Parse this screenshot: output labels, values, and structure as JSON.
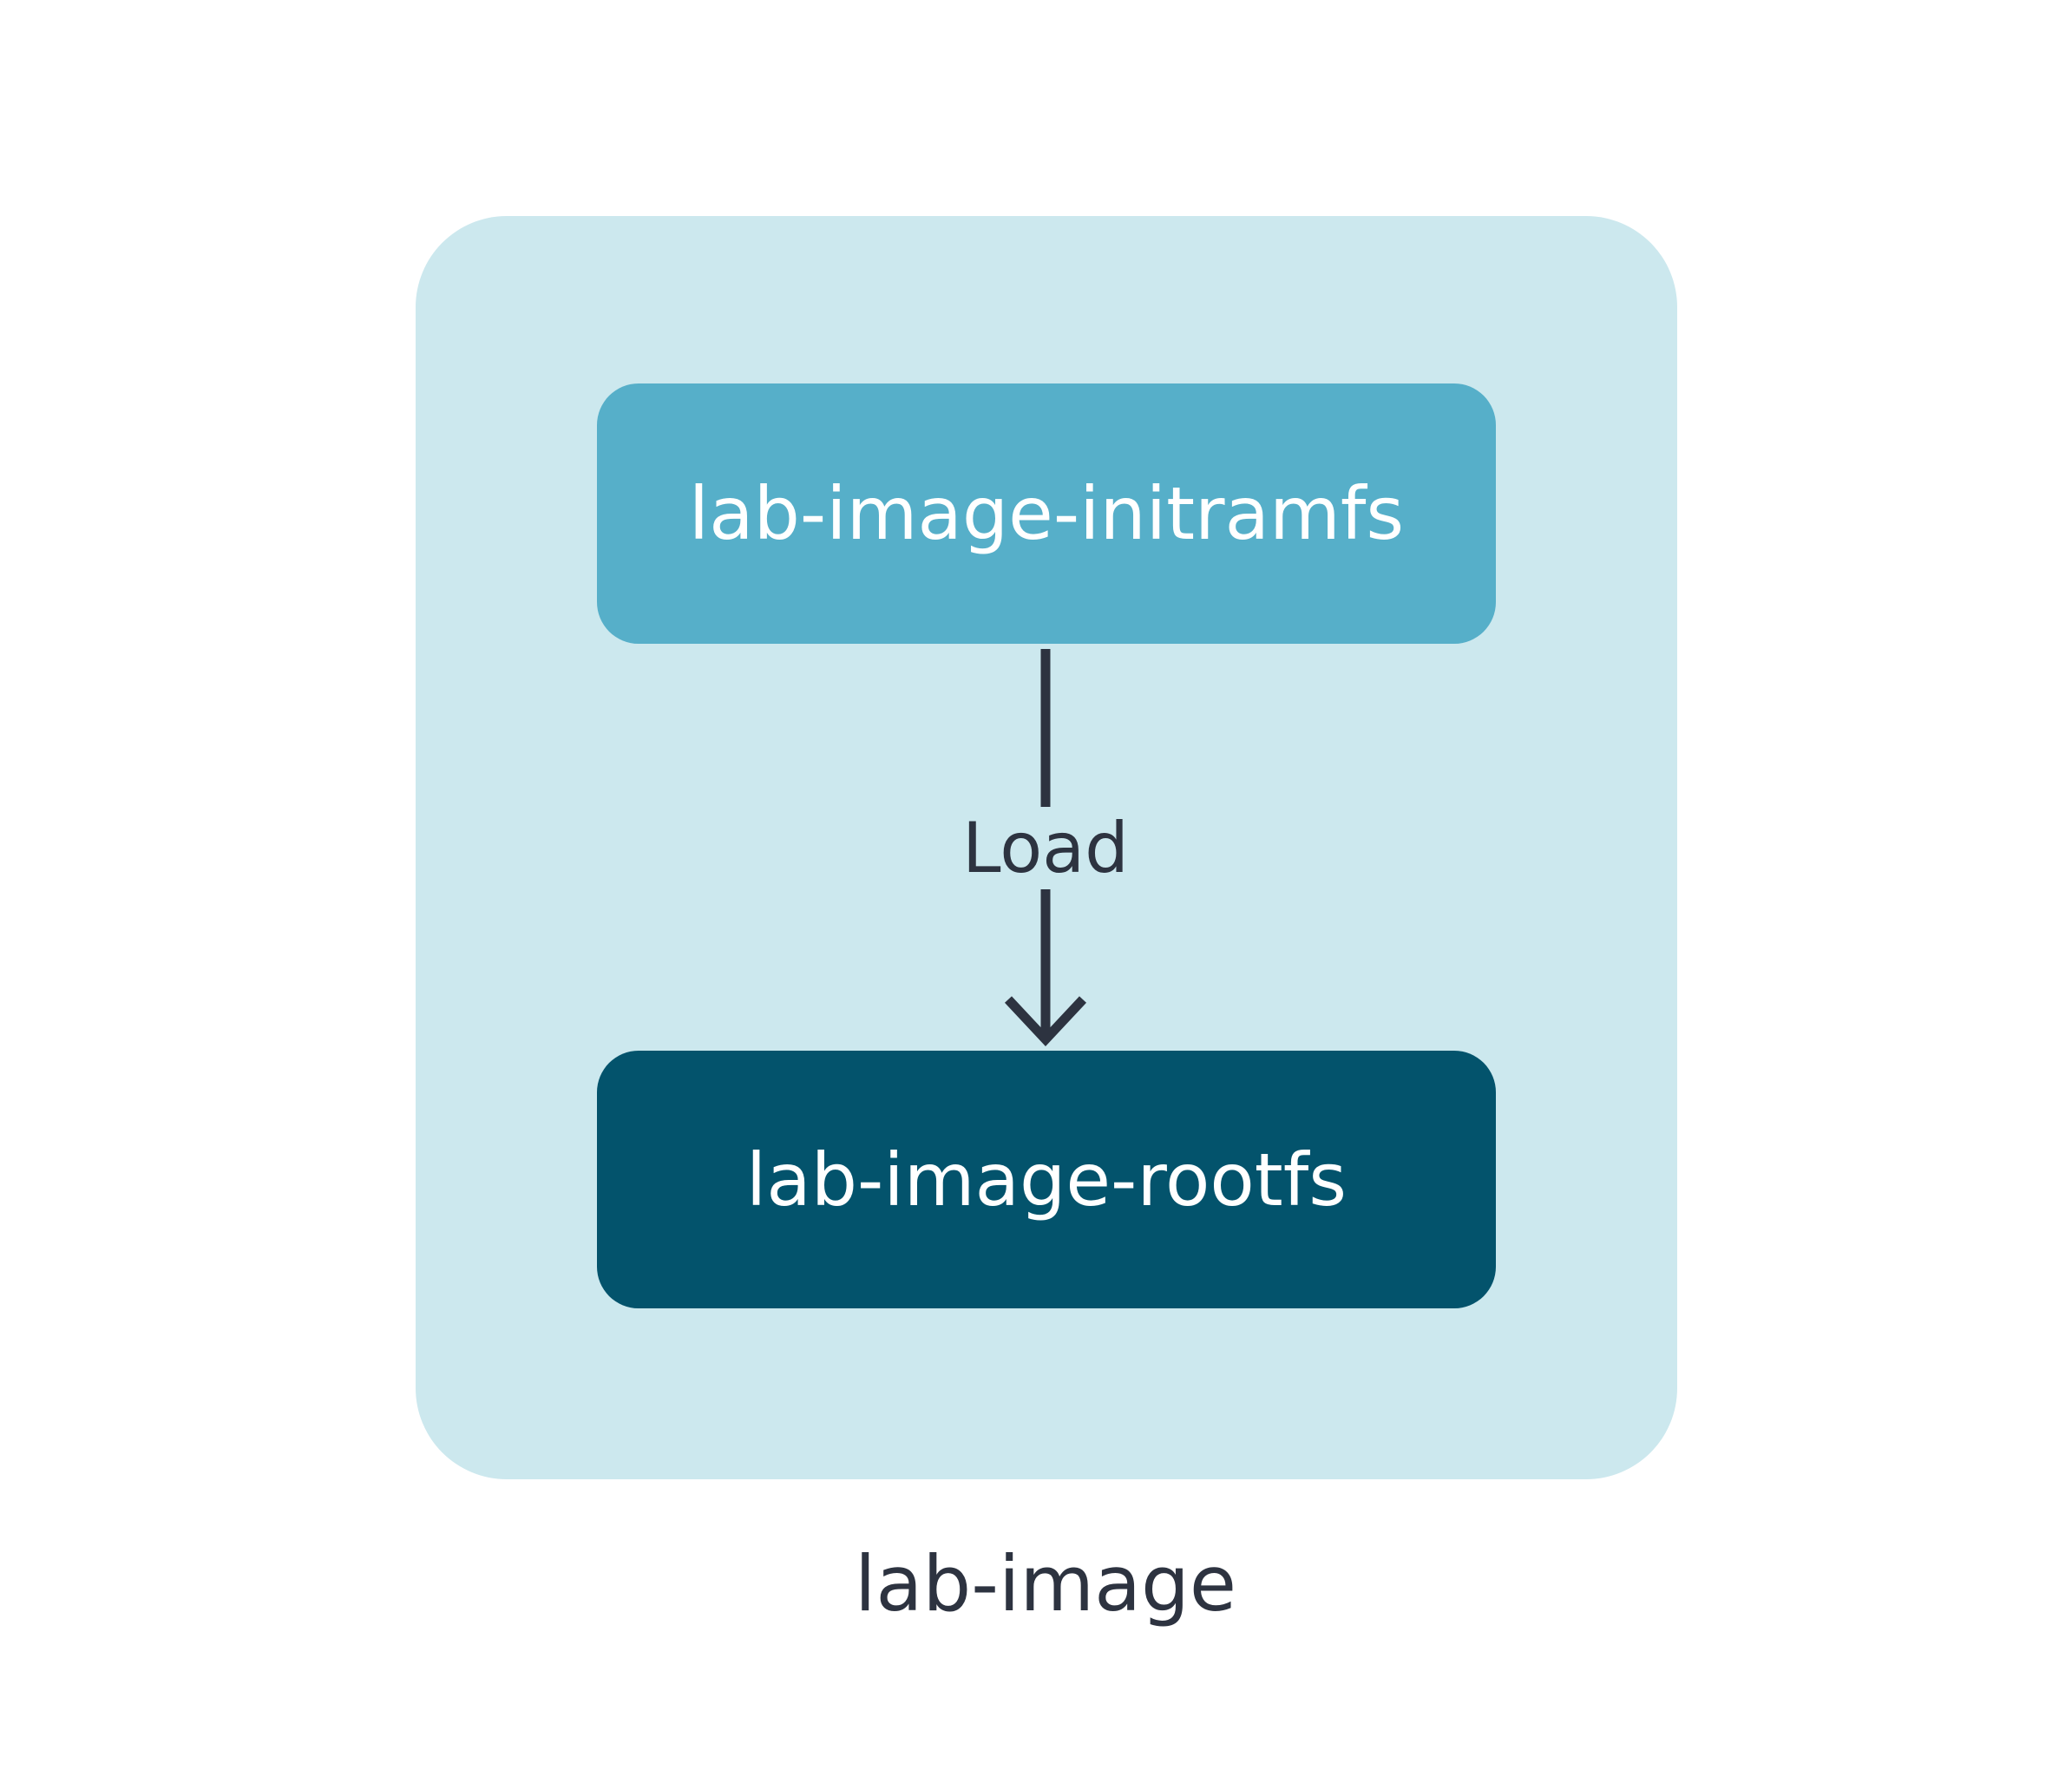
{
  "group": {
    "label": "lab-image"
  },
  "nodes": [
    {
      "label": "lab-image-initramfs",
      "color": "#56afc9"
    },
    {
      "label": "lab-image-rootfs",
      "color": "#03536c"
    }
  ],
  "edge": {
    "label": "Load",
    "from": "lab-image-initramfs",
    "to": "lab-image-rootfs"
  },
  "colors": {
    "group_bg": "#cce8ee",
    "text_dark": "#2d3340"
  }
}
